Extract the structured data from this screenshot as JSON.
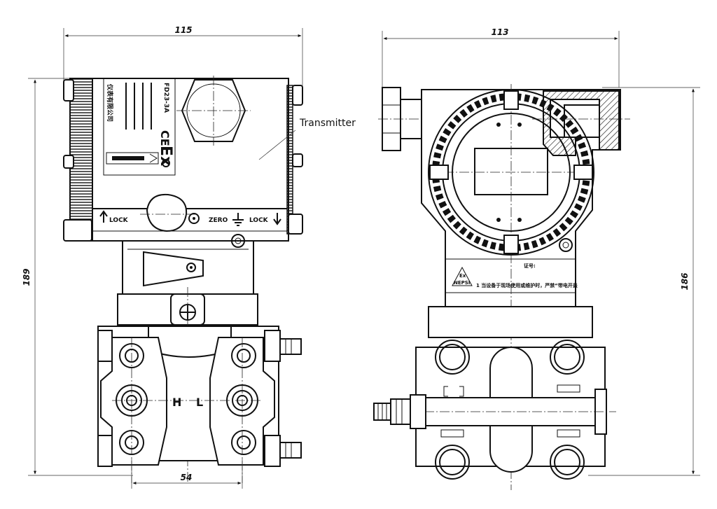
{
  "callout": {
    "label": "Transmitter"
  },
  "dimensions": {
    "left_width": "115",
    "right_width": "113",
    "left_height": "189",
    "right_height": "186",
    "flange_spacing": "54"
  },
  "housing_markings": {
    "model": "FD23-3A",
    "company": "仪表有限公司",
    "ce": "CE",
    "ex": "Ex",
    "lock_left": "LOCK",
    "zero": "ZERO",
    "lock_right": "LOCK"
  },
  "flange_markings": {
    "high": "H",
    "low": "L"
  },
  "nameplate": {
    "cert_label": "证号:",
    "ex_logo_top": "Ex",
    "ex_logo_bottom": "NEPSI",
    "warning": "1 当设备于现场使用或维护时，严禁“带电开盖"
  }
}
